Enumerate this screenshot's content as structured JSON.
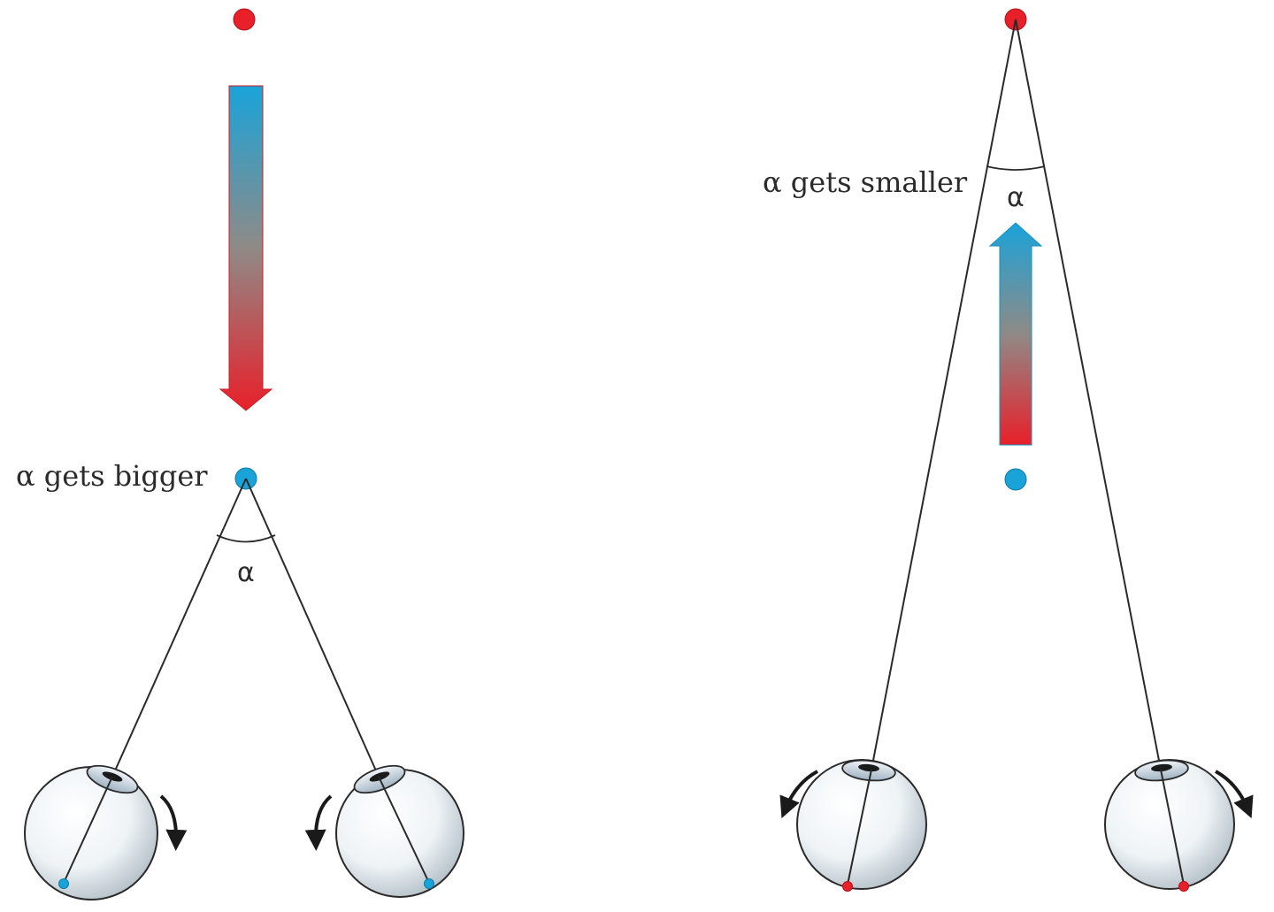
{
  "left_panel": {
    "label": "α gets bigger",
    "angle_symbol": "α",
    "far_point_color": "#e8202a",
    "near_point_color": "#1aa3d9",
    "motion": "far-to-near",
    "eye_rotation": "inward"
  },
  "right_panel": {
    "label": "α gets smaller",
    "angle_symbol": "α",
    "far_point_color": "#e8202a",
    "near_point_color": "#1aa3d9",
    "motion": "near-to-far",
    "eye_rotation": "outward"
  },
  "colors": {
    "red": "#e8202a",
    "blue": "#1aa3d9",
    "line": "#2a2a2a"
  }
}
